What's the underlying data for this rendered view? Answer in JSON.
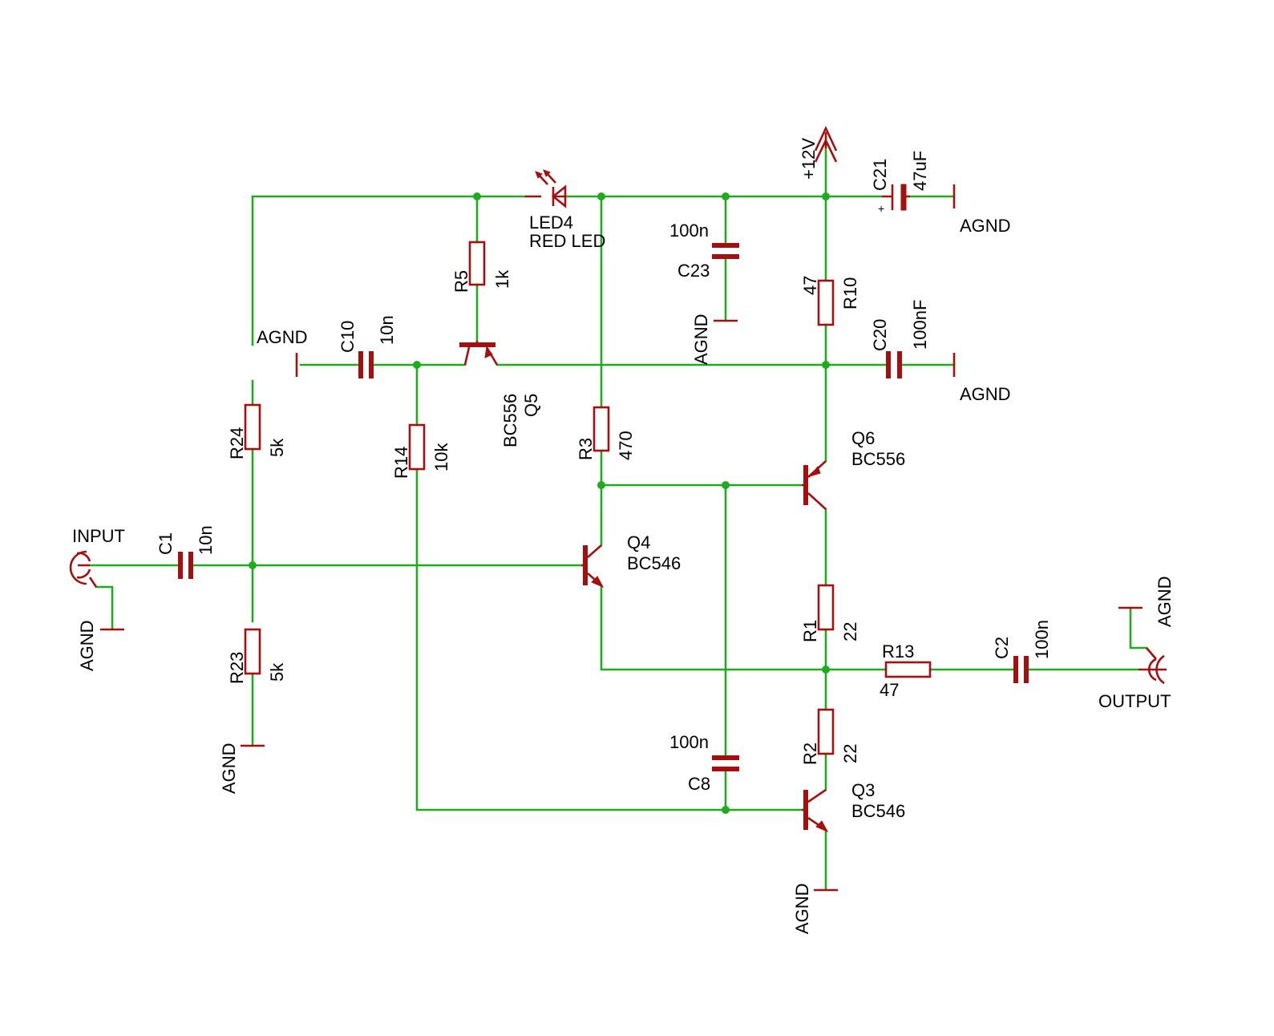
{
  "colors": {
    "wire": "#1eac1e",
    "part": "#a50f0f",
    "text": "#000000",
    "background": "#ffffff"
  },
  "labels": {
    "input": "INPUT",
    "output": "OUTPUT",
    "supply": "+12V",
    "agnd": "AGND",
    "c1_name": "C1",
    "c1_value": "10n",
    "c2_name": "C2",
    "c2_value": "100n",
    "c8_name": "C8",
    "c8_value": "100n",
    "c10_name": "C10",
    "c10_value": "10n",
    "c20_name": "C20",
    "c20_value": "100nF",
    "c21_name": "C21",
    "c21_value": "47uF",
    "c21_polarity": "+",
    "c23_name": "C23",
    "c23_value": "100n",
    "r1_name": "R1",
    "r1_value": "22",
    "r2_name": "R2",
    "r2_value": "22",
    "r3_name": "R3",
    "r3_value": "470",
    "r5_name": "R5",
    "r5_value": "1k",
    "r10_name": "R10",
    "r10_value": "47",
    "r13_name": "R13",
    "r13_value": "47",
    "r14_name": "R14",
    "r14_value": "10k",
    "r23_name": "R23",
    "r23_value": "5k",
    "r24_name": "R24",
    "r24_value": "5k",
    "q3_name": "Q3",
    "q3_value": "BC546",
    "q4_name": "Q4",
    "q4_value": "BC546",
    "q5_name": "Q5",
    "q5_value": "BC556",
    "q6_name": "Q6",
    "q6_value": "BC556",
    "led4_name": "LED4",
    "led4_value": "RED LED"
  }
}
